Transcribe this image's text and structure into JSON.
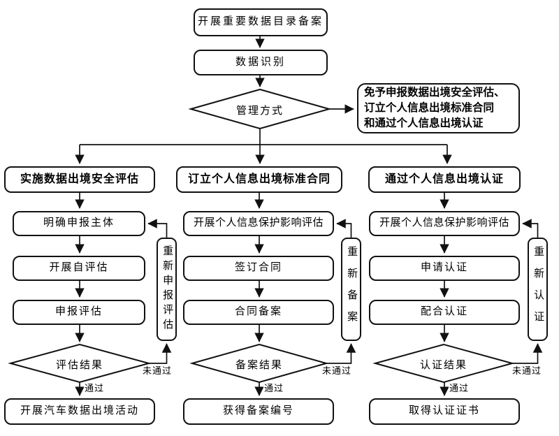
{
  "flow": {
    "start": "开展重要数据目录备案",
    "identify": "数据识别",
    "decision": "管理方式",
    "exempt": "免予申报数据出境安全评估、\n订立个人信息出境标准合同\n和通过个人信息出境认证"
  },
  "columns": [
    {
      "header": "实施数据出境安全评估",
      "steps": [
        "明确申报主体",
        "开展自评估",
        "申报评估"
      ],
      "decision": "评估结果",
      "pass": "通过",
      "fail": "未通过",
      "redo": "重新申报评估",
      "result": "开展汽车数据出境活动"
    },
    {
      "header": "订立个人信息出境标准合同",
      "steps": [
        "开展个人信息保护影响评估",
        "签订合同",
        "合同备案"
      ],
      "decision": "备案结果",
      "pass": "通过",
      "fail": "未通过",
      "redo": "重新备案",
      "result": "获得备案编号"
    },
    {
      "header": "通过个人信息出境认证",
      "steps": [
        "开展个人信息保护影响评估",
        "申请认证",
        "配合认证"
      ],
      "decision": "认证结果",
      "pass": "通过",
      "fail": "未通过",
      "redo": "重新认证",
      "result": "取得认证证书"
    }
  ]
}
